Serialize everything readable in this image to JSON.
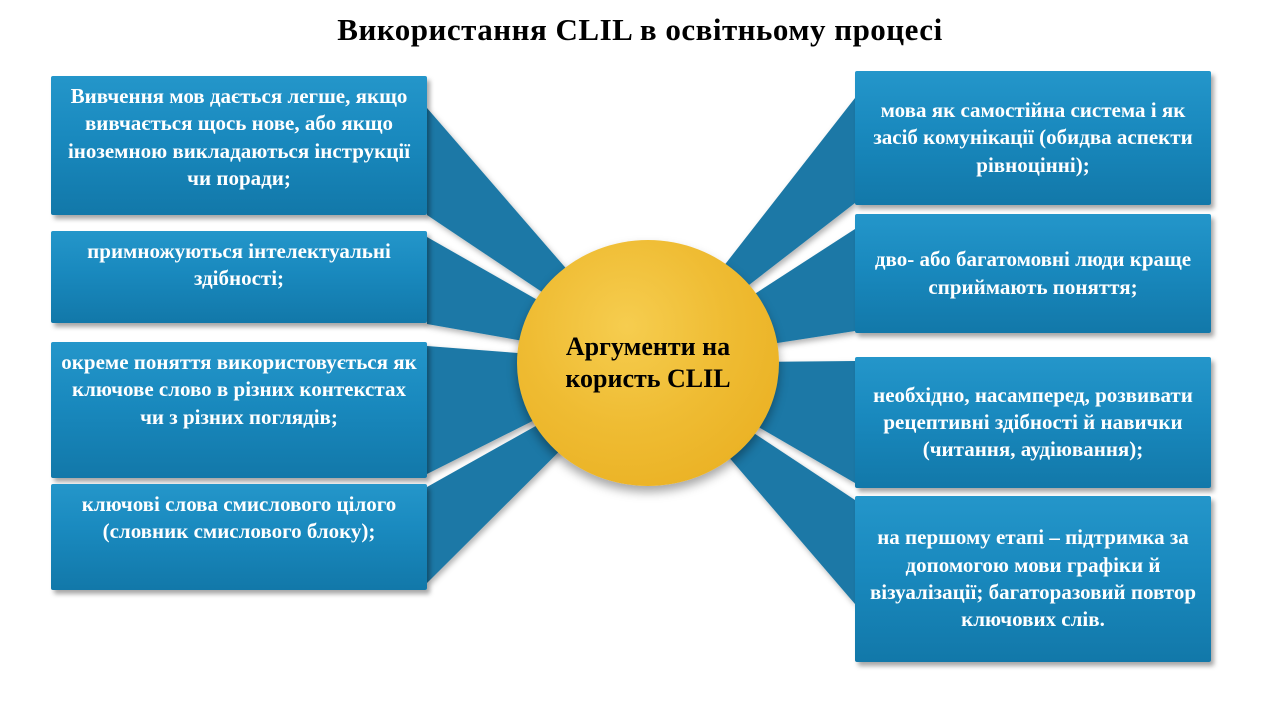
{
  "title": "Використання CLIL в освітньому процесі",
  "center_label": "Аргументи на користь CLIL",
  "left_boxes": [
    {
      "text": "Вивчення мов дається легше, якщо вивчається щось нове, або якщо іноземною викладаються інструкції чи поради;"
    },
    {
      "text": "примножуються інтелектуальні здібності;"
    },
    {
      "text": "окреме поняття використовується як ключове слово в різних контекстах чи з різних поглядів;"
    },
    {
      "text": "ключові слова смислового цілого (словник смислового блоку);"
    }
  ],
  "right_boxes": [
    {
      "text": "мова як самостійна система і як засіб комунікації (обидва аспекти рівноцінні);"
    },
    {
      "text": "дво- або багатомовні люди краще сприймають поняття;"
    },
    {
      "text": "необхідно, насамперед, розвивати рецептивні здібності й навички (читання, аудіювання);"
    },
    {
      "text": "на першому етапі – підтримка за допомогою мови графіки й візуалізації; багаторазовий повтор ключових слів."
    }
  ],
  "colors": {
    "box_blue": "#1989BE",
    "box_blue_dark": "#1278A9",
    "ray_blue": "#1A78A6",
    "circle_gold": "#E8AC1C",
    "circle_gold_light": "#F6CD4F",
    "text_white": "#FFFFFF",
    "text_black": "#000000"
  }
}
